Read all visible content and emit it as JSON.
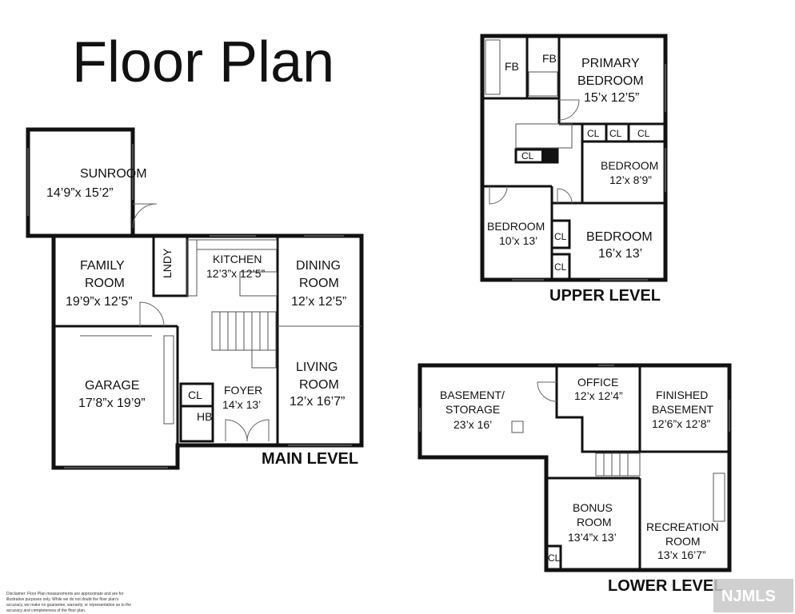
{
  "title": "Floor Plan",
  "levels": {
    "main": "MAIN LEVEL",
    "upper": "UPPER LEVEL",
    "lower": "LOWER LEVEL"
  },
  "rooms": {
    "sunroom": {
      "name": "SUNROOM",
      "dim": "14’9”x 15’2”"
    },
    "family": {
      "name1": "FAMILY",
      "name2": "ROOM",
      "dim": "19’9”x 12’5”"
    },
    "lndy": {
      "name": "LNDY"
    },
    "kitchen": {
      "name": "KITCHEN",
      "dim": "12’3”x 12’5”"
    },
    "dining": {
      "name1": "DINING",
      "name2": "ROOM",
      "dim": "12’x 12’5”"
    },
    "garage": {
      "name": "GARAGE",
      "dim": "17’8”x 19’9”"
    },
    "foyer": {
      "name": "FOYER",
      "dim": "14’x 13’"
    },
    "living": {
      "name1": "LIVING",
      "name2": "ROOM",
      "dim": "12’x 16’7”"
    },
    "cl_main": {
      "name": "CL"
    },
    "hb": {
      "name": "HB"
    },
    "fb1": {
      "name": "FB"
    },
    "fb2": {
      "name": "FB"
    },
    "primary": {
      "name1": "PRIMARY",
      "name2": "BEDROOM",
      "dim": "15’x 12’5”"
    },
    "cl_u1": {
      "name": "CL"
    },
    "cl_u2": {
      "name": "CL"
    },
    "cl_u3": {
      "name": "CL"
    },
    "cl_u4": {
      "name": "CL"
    },
    "bed2": {
      "name": "BEDROOM",
      "dim": "12’x 8’9”"
    },
    "bed3": {
      "name": "BEDROOM",
      "dim": "10’x 13’"
    },
    "bed4": {
      "name": "BEDROOM",
      "dim": "16’x 13’"
    },
    "cl_u5": {
      "name": "CL"
    },
    "cl_u6": {
      "name": "CL"
    },
    "basement": {
      "name1": "BASEMENT/",
      "name2": "STORAGE",
      "dim": "23’x 16’"
    },
    "office": {
      "name": "OFFICE",
      "dim": "12’x 12’4”"
    },
    "finished": {
      "name1": "FINISHED",
      "name2": "BASEMENT",
      "dim": "12’6”x 12’8”"
    },
    "bonus": {
      "name1": "BONUS",
      "name2": "ROOM",
      "dim": "13’4”x 13’"
    },
    "recreation": {
      "name1": "RECREATION",
      "name2": "ROOM",
      "dim": "13’x 16’7”"
    },
    "cl_lower": {
      "name": "CL"
    }
  },
  "disclaimer": [
    "Disclaimer: Floor Plan measurements are approximate and are for",
    "illustrative purposes only. While we do not doubt the floor plan's",
    "accuracy, we make no guarantee, warranty, or representation as to the",
    "accuracy and completeness of the floor plan."
  ],
  "watermark": "NJMLS"
}
